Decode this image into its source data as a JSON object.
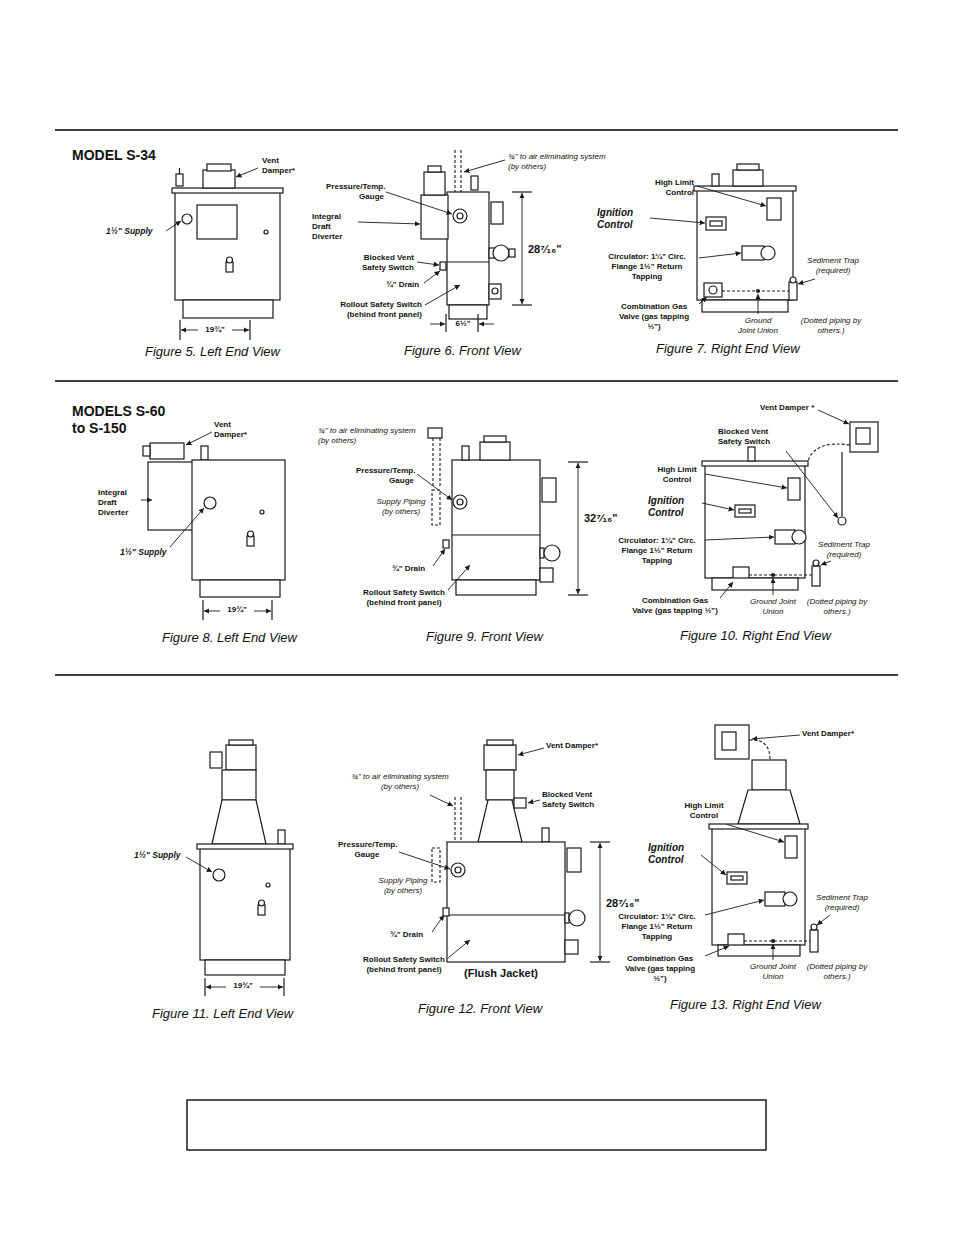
{
  "diagram": {
    "labels": [
      "MODEL S-34",
      "Vent Damper*",
      "1½\" Supply",
      "Pressure/Temp. Gauge",
      "Integral Draft Diverter",
      "¾\" to air eliminating system (by others)",
      "28⁷⁄₁₆\"",
      "Blocked Vent Safety Switch",
      "¾\" Drain",
      "Rollout Safety Switch (behind front panel)",
      "6½\"",
      "High Limit Control",
      "Ignition Control",
      "Circulator: 1¼\" Circ. Flange 1½\" Return Tapping",
      "Sediment Trap (required)",
      "Combination Gas Valve (gas tapping ½\")",
      "Ground Joint Union",
      "(Dotted piping by others.)",
      "19¾\"",
      "Figure 5. Left End View",
      "Figure 6. Front View",
      "Figure 7. Right End View",
      "MODELS S-60 to S-150",
      "Vent Damper*",
      "Integral Draft Diverter",
      "1½\" Supply",
      "19¾\"",
      "Figure 8. Left End View",
      "¾\" to air eliminating system (by others)",
      "Pressure/Temp. Gauge",
      "Supply Piping (by others)",
      "32⁷⁄₁₆\"",
      "¾\" Drain",
      "Rollout Safety Switch (behind front panel)",
      "Figure 9. Front View",
      "Vent Damper *",
      "Blocked Vent Safety Switch",
      "High Limit Control",
      "Ignition Control",
      "Circulator: 1¼\" Circ. Flange 1½\" Return Tapping",
      "Sediment Trap (required)",
      "Combination Gas Valve (gas tapping ½\")",
      "Ground Joint Union",
      "(Dotted piping by others.)",
      "Figure 10. Right End View",
      "1½\" Supply",
      "19¾\"",
      "Figure 11. Left End View",
      "Vent Damper*",
      "¾\" to air eliminating system (by others)",
      "Blocked Vent Safety Switch",
      "Pressure/Temp. Gauge",
      "Supply Piping (by others)",
      "28⁷⁄₁₆\"",
      "¾\" Drain",
      "Rollout Safety Switch (behind front panel)",
      "(Flush Jacket)",
      "Figure 12. Front View",
      "Vent Damper*",
      "High Limit Control",
      "Ignition Control",
      "Circulator: 1¼\" Circ. Flange 1½\" Return Tapping",
      "Sediment Trap (required)",
      "Combination Gas Valve (gas tapping ½\")",
      "Ground Joint Union",
      "(Dotted piping by others.)",
      "Figure 13. Right End View"
    ]
  }
}
